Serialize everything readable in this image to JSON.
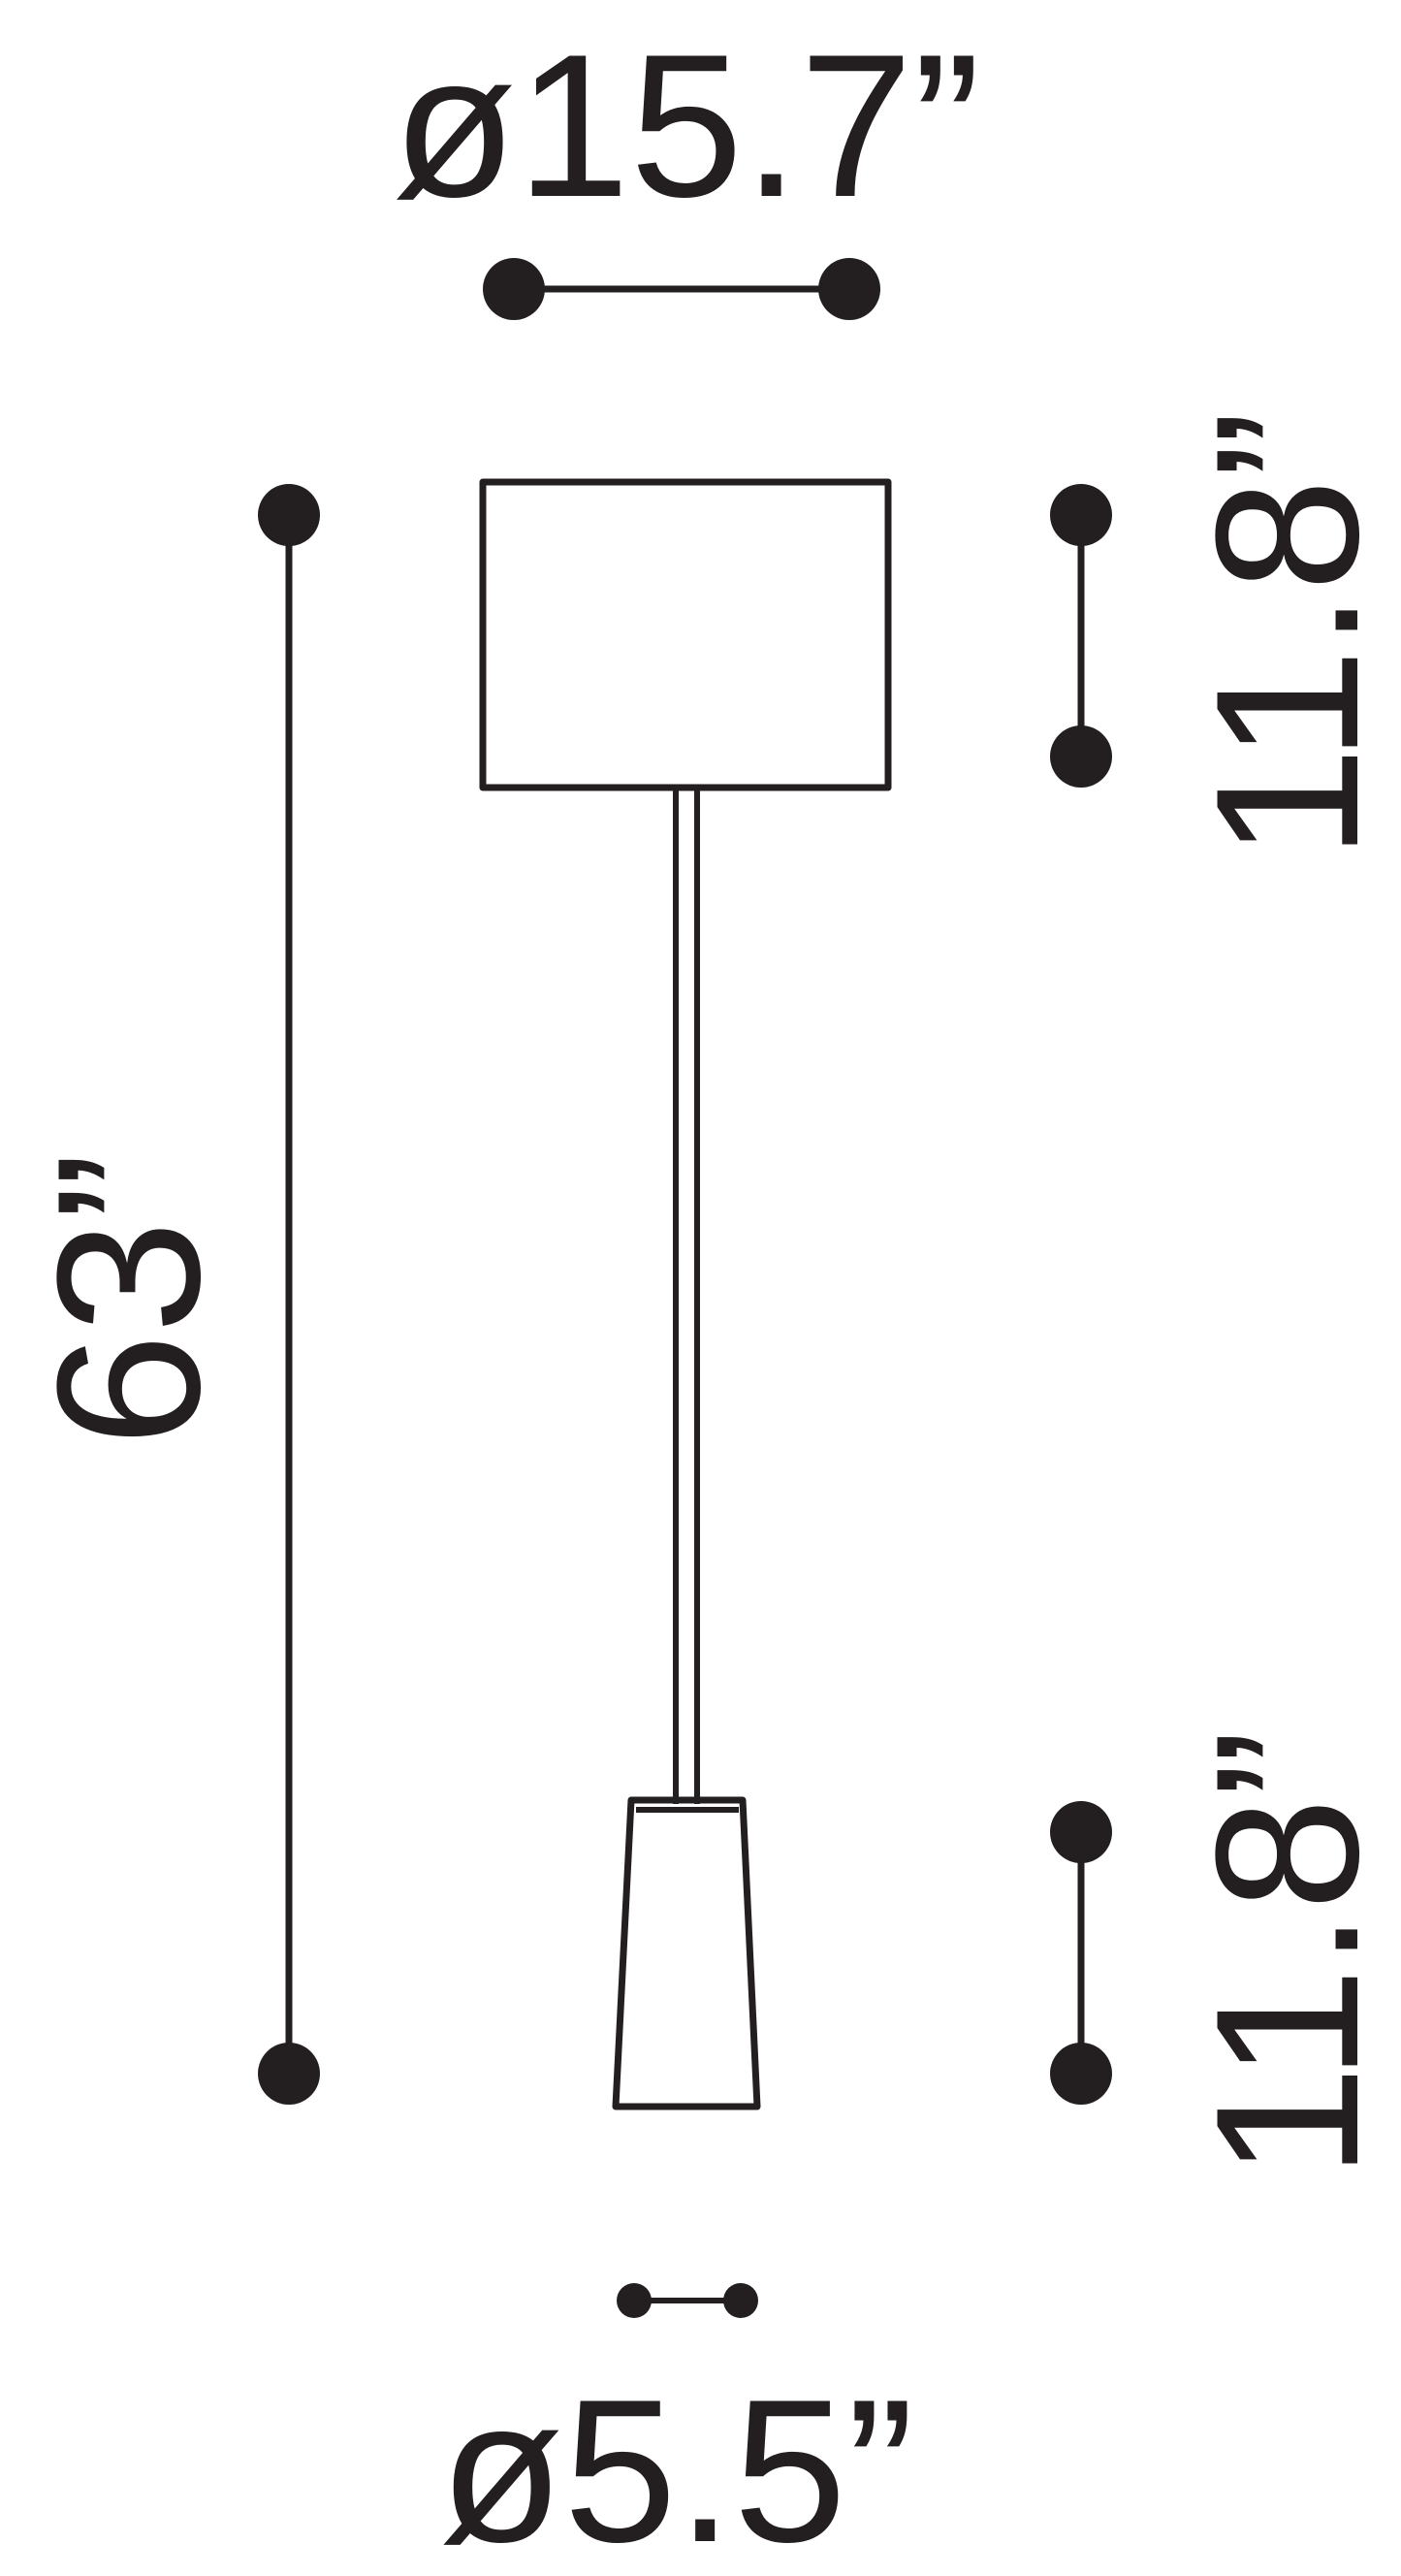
{
  "dimensions": {
    "top_diameter": "ø15.7”",
    "shade_height": "11.8”",
    "overall_height": "63”",
    "base_height": "11.8”",
    "base_diameter": "ø5.5”"
  },
  "colors": {
    "ink": "#231f20",
    "background": "#ffffff"
  }
}
